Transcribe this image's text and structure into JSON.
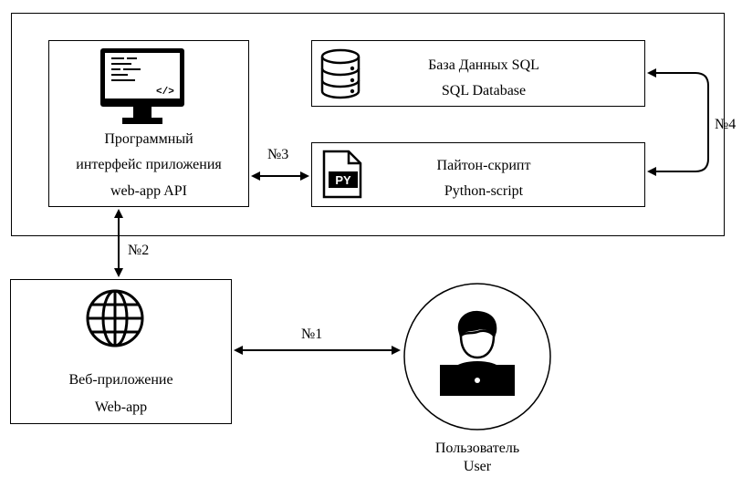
{
  "api": {
    "line1": "Программный",
    "line2": "интерфейс приложения",
    "line3": "web-app API"
  },
  "database": {
    "line1": "База Данных SQL",
    "line2": "SQL Database"
  },
  "python": {
    "line1": "Пайтон-скрипт",
    "line2": "Python-script"
  },
  "webapp": {
    "line1": "Веб-приложение",
    "line2": "Web-app"
  },
  "user": {
    "line1": "Пользователь",
    "line2": "User"
  },
  "edges": {
    "n1": "№1",
    "n2": "№2",
    "n3": "№3",
    "n4": "№4"
  },
  "icons": {
    "api": "computer-code-icon",
    "database": "database-icon",
    "python": "python-file-icon",
    "webapp": "globe-icon",
    "user": "user-laptop-icon"
  },
  "python_badge": "PY"
}
